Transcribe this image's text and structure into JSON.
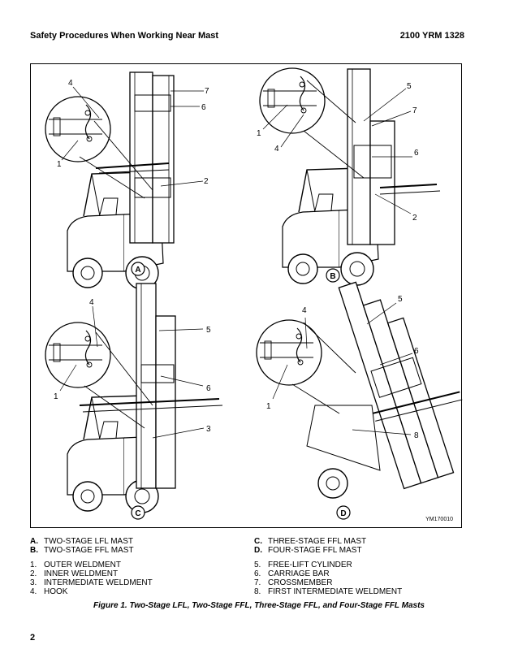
{
  "header": {
    "left": "Safety Procedures When Working Near Mast",
    "right": "2100 YRM 1328"
  },
  "figure": {
    "id_code": "YM170010",
    "panels": [
      {
        "letter": "A",
        "callouts": [
          "4",
          "7",
          "6",
          "1",
          "2"
        ]
      },
      {
        "letter": "B",
        "callouts": [
          "5",
          "7",
          "6",
          "1",
          "4",
          "2"
        ]
      },
      {
        "letter": "C",
        "callouts": [
          "4",
          "5",
          "1",
          "6",
          "3"
        ]
      },
      {
        "letter": "D",
        "callouts": [
          "4",
          "5",
          "6",
          "1",
          "8"
        ]
      }
    ]
  },
  "legend_masts": [
    {
      "key": "A.",
      "text": "TWO-STAGE LFL MAST"
    },
    {
      "key": "B.",
      "text": "TWO-STAGE FFL MAST"
    },
    {
      "key": "C.",
      "text": "THREE-STAGE FFL MAST"
    },
    {
      "key": "D.",
      "text": "FOUR-STAGE FFL MAST"
    }
  ],
  "legend_parts": [
    {
      "key": "1.",
      "text": "OUTER WELDMENT"
    },
    {
      "key": "2.",
      "text": "INNER WELDMENT"
    },
    {
      "key": "3.",
      "text": "INTERMEDIATE WELDMENT"
    },
    {
      "key": "4.",
      "text": "HOOK"
    },
    {
      "key": "5.",
      "text": "FREE-LIFT CYLINDER"
    },
    {
      "key": "6.",
      "text": "CARRIAGE BAR"
    },
    {
      "key": "7.",
      "text": "CROSSMEMBER"
    },
    {
      "key": "8.",
      "text": "FIRST INTERMEDIATE WELDMENT"
    }
  ],
  "caption": "Figure 1. Two-Stage LFL, Two-Stage FFL, Three-Stage FFL, and Four-Stage FFL Masts",
  "page_number": "2"
}
